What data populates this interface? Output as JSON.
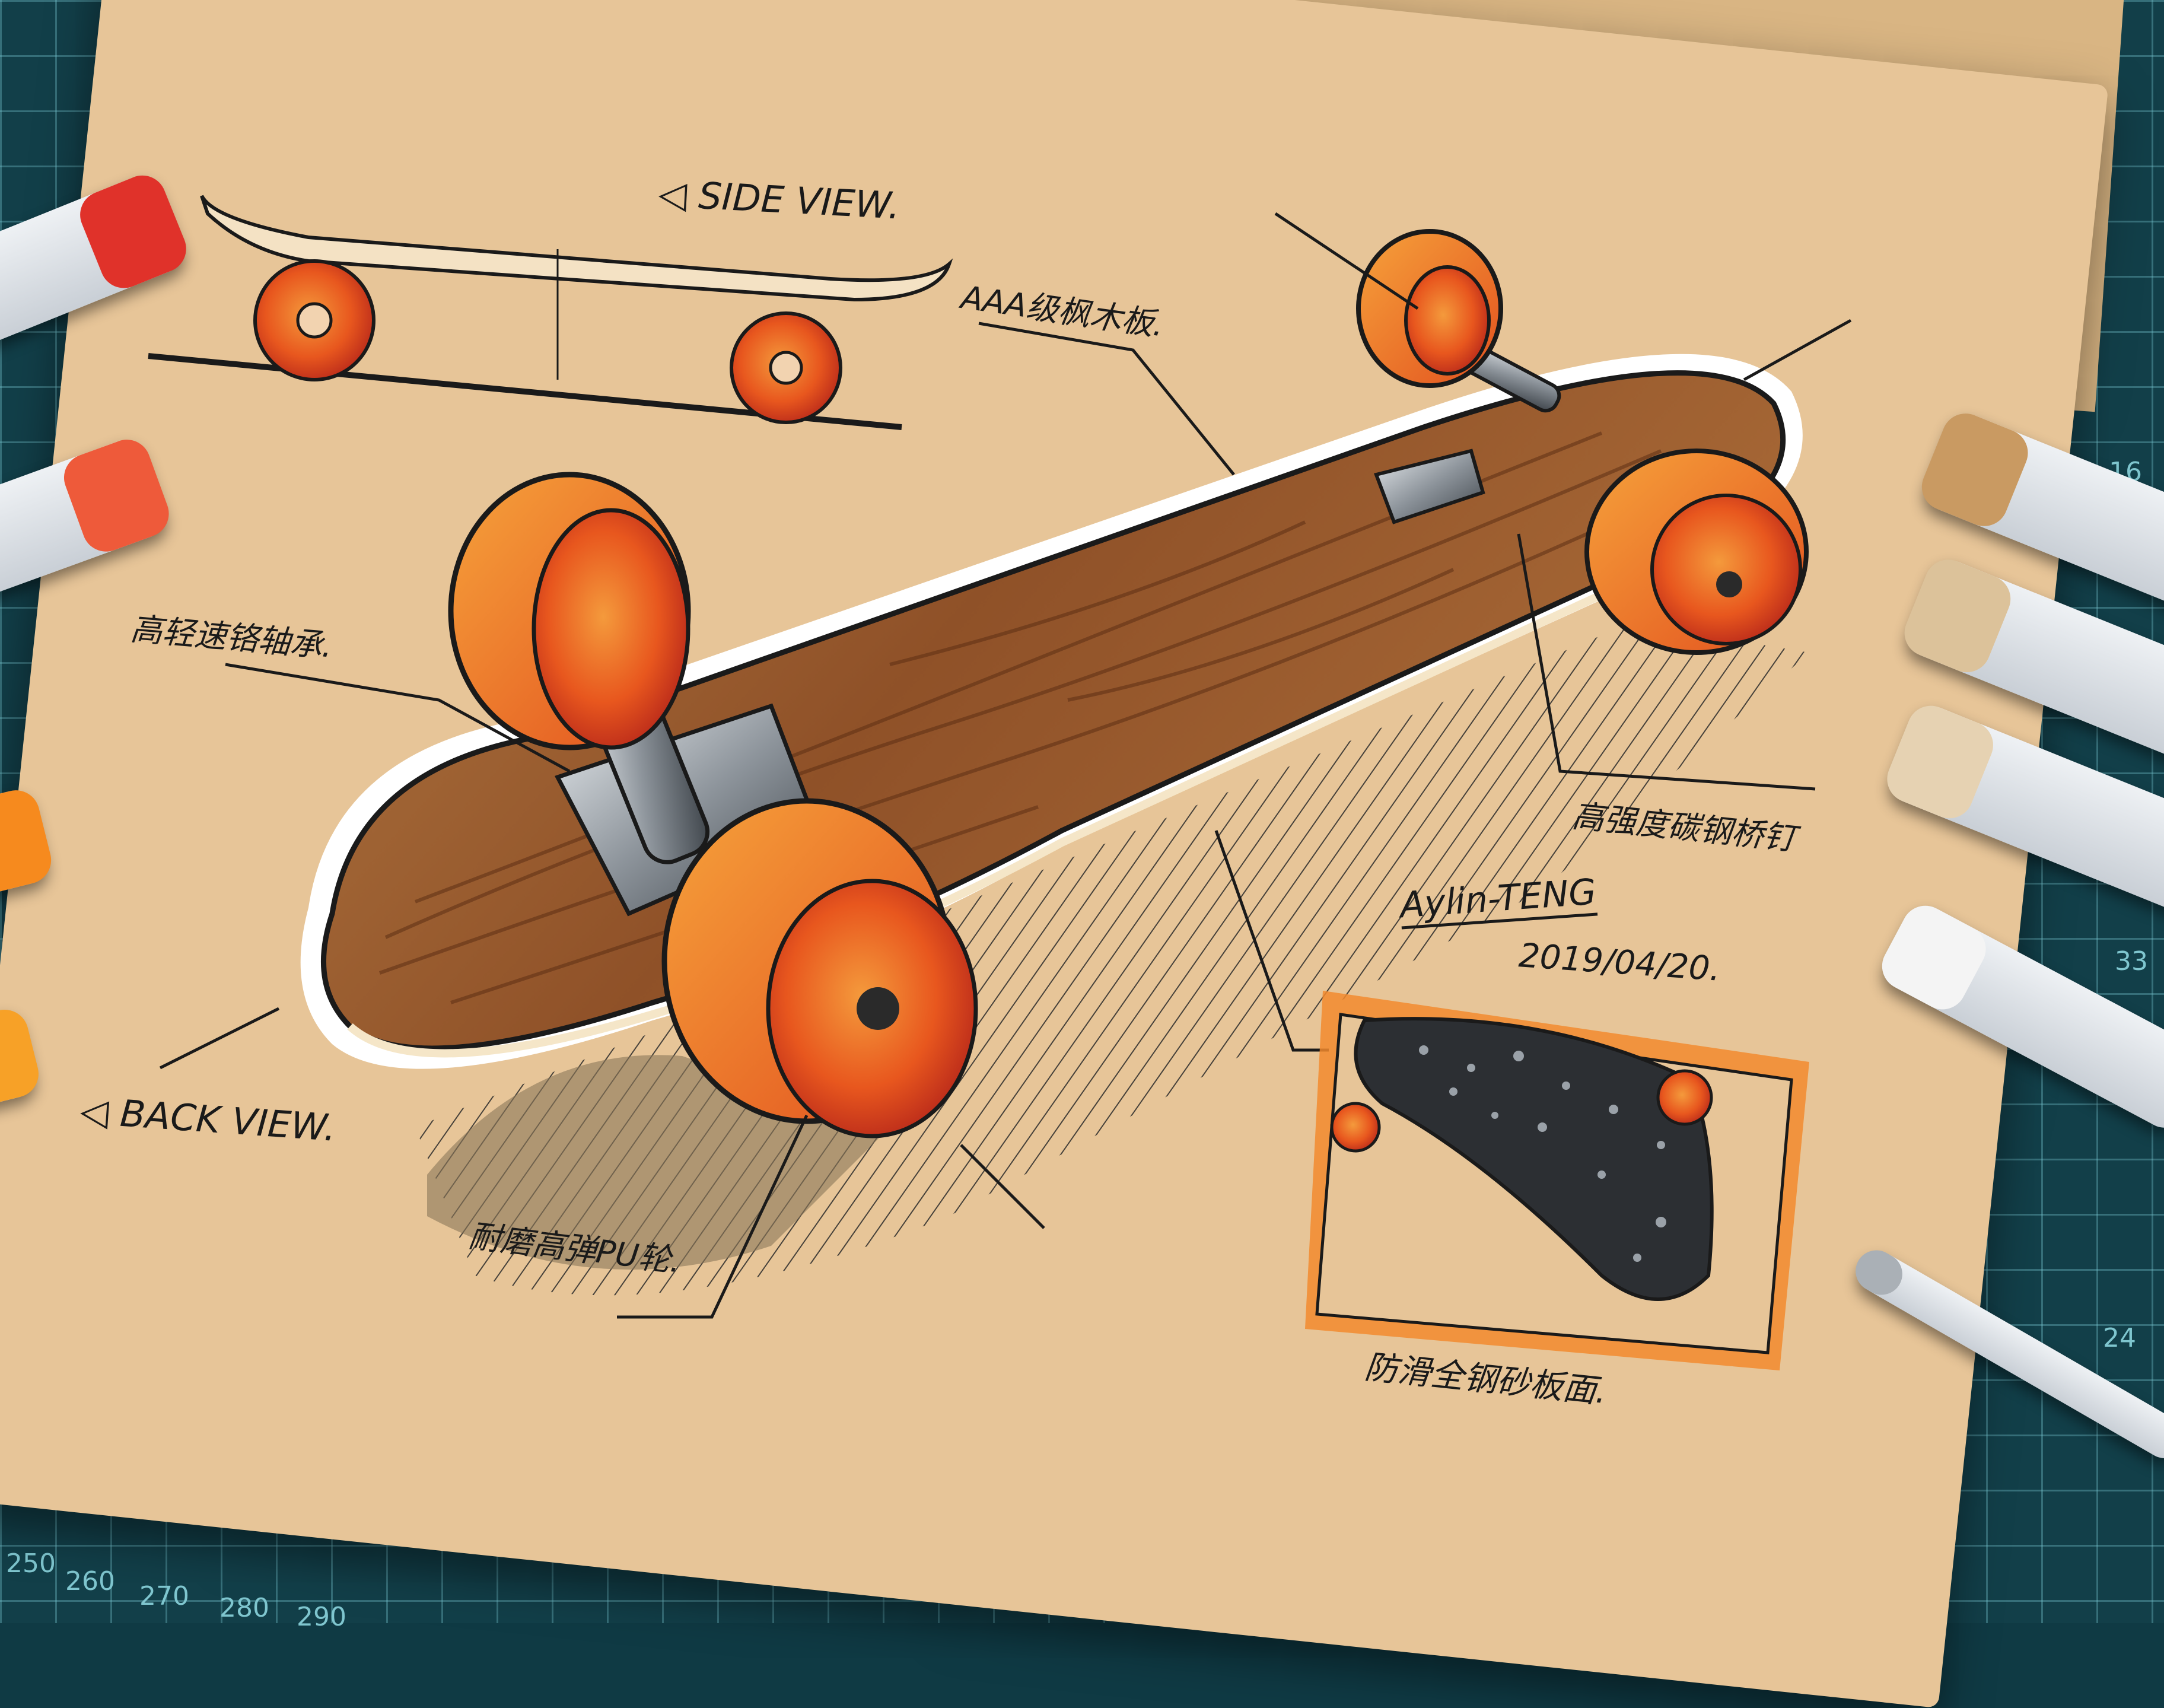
{
  "sketch": {
    "side_view_label": "◁ SIDE VIEW.",
    "back_view_label": "◁ BACK VIEW.",
    "deck_label": "AAA级枫木板.",
    "bearing_label": "高轻速铬轴承.",
    "truck_label": "高强度碳钢桥钉",
    "wheel_label": "耐磨高弹PU轮.",
    "griptape_label": "防滑全钢砂板面.",
    "signature": "Aylin-TENG",
    "date": "2019/04/20."
  },
  "mat_numbers": [
    "250",
    "260",
    "270",
    "280",
    "290",
    "16",
    "33",
    "24"
  ],
  "colors": {
    "paper": "#e7c598",
    "wheel_orange": "#f07a1e",
    "wheel_red": "#d63a22",
    "wood": "#9a5a2e",
    "mat": "#123f49"
  }
}
